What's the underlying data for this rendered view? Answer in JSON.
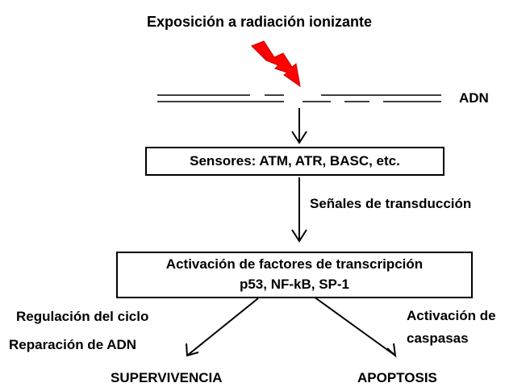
{
  "title": "Exposición a radiación ionizante",
  "dna_label": "ADN",
  "sensors_box": "Sensores: ATM, ATR, BASC, etc.",
  "transduction_label": "Señales de transducción",
  "activation_box": {
    "line1": "Activación de factores de transcripción",
    "line2": "p53, NF-kB, SP-1"
  },
  "left_branch": {
    "line1": "Regulación del ciclo",
    "line2": "Reparación de ADN",
    "outcome": "SUPERVIVENCIA"
  },
  "right_branch": {
    "line1": "Activación de",
    "line2": "caspasas",
    "outcome": "APOPTOSIS"
  },
  "colors": {
    "lightning": "#ff0000",
    "lightning_edge": "#cc0000",
    "ink": "#000000"
  },
  "icons": [
    "lightning-bolt-icon",
    "arrow-down-icon"
  ]
}
